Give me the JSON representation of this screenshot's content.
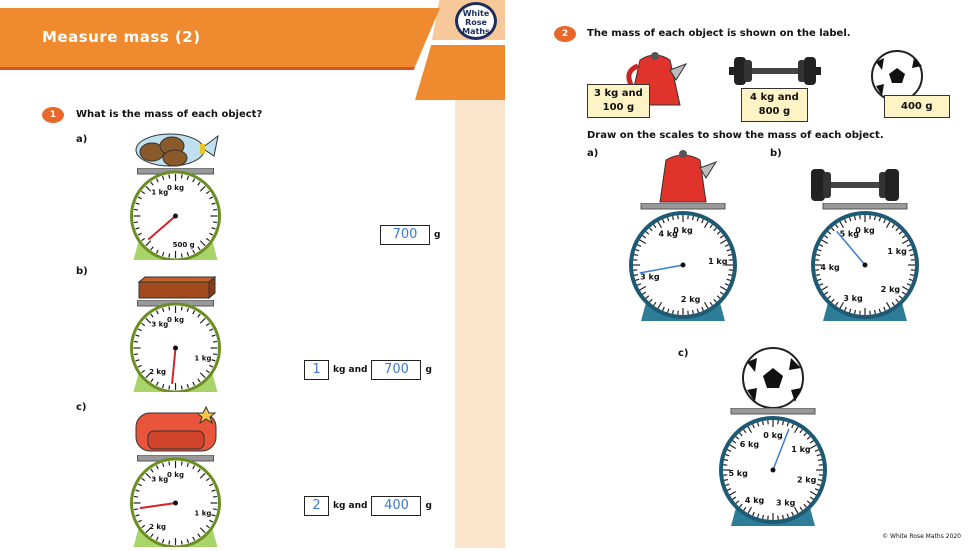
{
  "header": {
    "title": "Measure mass (2)",
    "logo": "White Rose Maths"
  },
  "q1": {
    "number": "1",
    "text": "What is the mass of each object?",
    "parts": [
      {
        "label": "a)",
        "object": "bag-of-potatoes",
        "scale": {
          "max_kg": 1.1,
          "reading_kg": 0.7,
          "labels": [
            {
              "v": 0,
              "t": "0 kg"
            },
            {
              "v": 1,
              "t": "1 kg"
            },
            {
              "v": 0.5,
              "t": "500 g"
            }
          ]
        },
        "answer": {
          "g": "700",
          "unit_g": "g"
        }
      },
      {
        "label": "b)",
        "object": "brick",
        "scale": {
          "max_kg": 3.3,
          "reading_kg": 1.7,
          "labels": [
            {
              "v": 0,
              "t": "0 kg"
            },
            {
              "v": 1,
              "t": "1 kg"
            },
            {
              "v": 2,
              "t": "2 kg"
            },
            {
              "v": 3,
              "t": "3 kg"
            }
          ]
        },
        "answer": {
          "kg": "1",
          "unit_kg": "kg and",
          "g": "700",
          "unit_g": "g"
        }
      },
      {
        "label": "c)",
        "object": "backpack",
        "scale": {
          "max_kg": 3.3,
          "reading_kg": 2.4,
          "labels": [
            {
              "v": 0,
              "t": "0 kg"
            },
            {
              "v": 1,
              "t": "1 kg"
            },
            {
              "v": 2,
              "t": "2 kg"
            },
            {
              "v": 3,
              "t": "3 kg"
            }
          ]
        },
        "answer": {
          "kg": "2",
          "unit_kg": "kg and",
          "g": "400",
          "unit_g": "g"
        }
      }
    ]
  },
  "q2": {
    "number": "2",
    "text": "The mass of each object is shown on the label.",
    "objects": [
      {
        "name": "kettle",
        "label1": "3 kg and",
        "label2": "100 g"
      },
      {
        "name": "dumbbell",
        "label1": "4 kg and",
        "label2": "800 g"
      },
      {
        "name": "football",
        "label1": "400 g",
        "label2": ""
      }
    ],
    "instruction": "Draw on the scales to show the mass of each object.",
    "parts": [
      {
        "label": "a)",
        "scale": {
          "max_kg": 4.3,
          "reading_kg": 3.1,
          "labels": [
            {
              "v": 0,
              "t": "0 kg"
            },
            {
              "v": 1,
              "t": "1 kg"
            },
            {
              "v": 2,
              "t": "2 kg"
            },
            {
              "v": 3,
              "t": "3 kg"
            },
            {
              "v": 4,
              "t": "4 kg"
            }
          ]
        }
      },
      {
        "label": "b)",
        "scale": {
          "max_kg": 5.4,
          "reading_kg": 4.8,
          "labels": [
            {
              "v": 0,
              "t": "0 kg"
            },
            {
              "v": 1,
              "t": "1 kg"
            },
            {
              "v": 2,
              "t": "2 kg"
            },
            {
              "v": 3,
              "t": "3 kg"
            },
            {
              "v": 4,
              "t": "4 kg"
            },
            {
              "v": 5,
              "t": "5 kg"
            }
          ]
        }
      },
      {
        "label": "c)",
        "scale": {
          "max_kg": 6.8,
          "reading_kg": 0.4,
          "labels": [
            {
              "v": 0,
              "t": "0 kg"
            },
            {
              "v": 1,
              "t": "1 kg"
            },
            {
              "v": 2,
              "t": "2 kg"
            },
            {
              "v": 3,
              "t": "3 kg"
            },
            {
              "v": 4,
              "t": "4 kg"
            },
            {
              "v": 5,
              "t": "5 kg"
            },
            {
              "v": 6,
              "t": "6 kg"
            }
          ]
        }
      }
    ]
  },
  "footer": {
    "copyright": "© White Rose Maths 2020"
  },
  "colors": {
    "orange": "#ef8a2f",
    "green_scale": "#6b8e23",
    "teal_scale": "#1e5a73",
    "red_needle": "#d4232b",
    "blue_needle": "#3a7bd5"
  }
}
